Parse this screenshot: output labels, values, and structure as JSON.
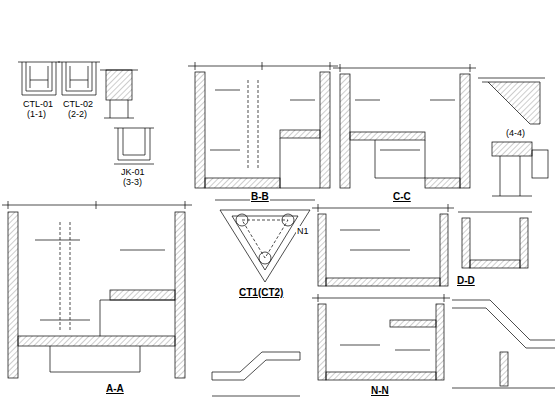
{
  "diagram": {
    "labels": [
      "CTL-01",
      "(1-1)",
      "CTL-02",
      "(2-2)",
      "JK-01",
      "(3-3)",
      "B-B",
      "C-C",
      "(4-4)",
      "A-A",
      "N1",
      "CT1(CT2)",
      "D-D",
      "N-N"
    ]
  }
}
